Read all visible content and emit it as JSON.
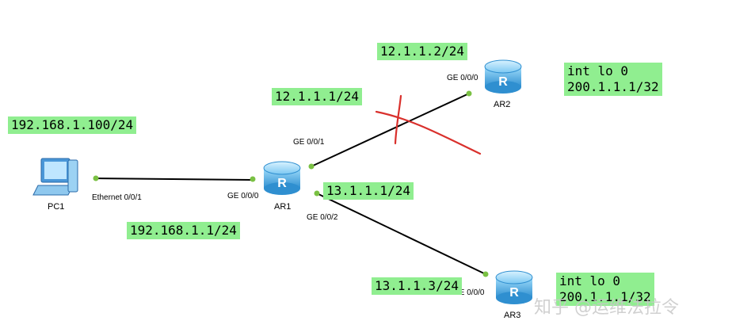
{
  "devices": {
    "pc1": {
      "name": "PC1"
    },
    "ar1": {
      "name": "AR1"
    },
    "ar2": {
      "name": "AR2"
    },
    "ar3": {
      "name": "AR3"
    }
  },
  "ports": {
    "pc1_eth": "Ethernet 0/0/1",
    "ar1_g000": "GE 0/0/0",
    "ar1_g001": "GE 0/0/1",
    "ar1_g002": "GE 0/0/2",
    "ar2_g000": "GE 0/0/0",
    "ar3_g000": "GE 0/0/0"
  },
  "labels": {
    "pc1_ip": "192.168.1.100/24",
    "ar1_g000_ip": "192.168.1.1/24",
    "ar1_g001_ip": "12.1.1.1/24",
    "ar2_g000_ip": "12.1.1.2/24",
    "ar1_g002_ip": "13.1.1.1/24",
    "ar3_g000_ip": "13.1.1.3/24",
    "ar2_loopback": [
      "int lo 0",
      "200.1.1.1/32"
    ],
    "ar3_loopback": [
      "int lo 0",
      "200.1.1.1/32"
    ]
  },
  "watermark": "知乎 @运维法拉令",
  "colors": {
    "label_bg": "#90ee90",
    "link": "#000000",
    "port_dot": "#7ac143",
    "cross_mark": "#d9302c",
    "router_body": "#4fb3e8"
  },
  "router_glyph": "R"
}
